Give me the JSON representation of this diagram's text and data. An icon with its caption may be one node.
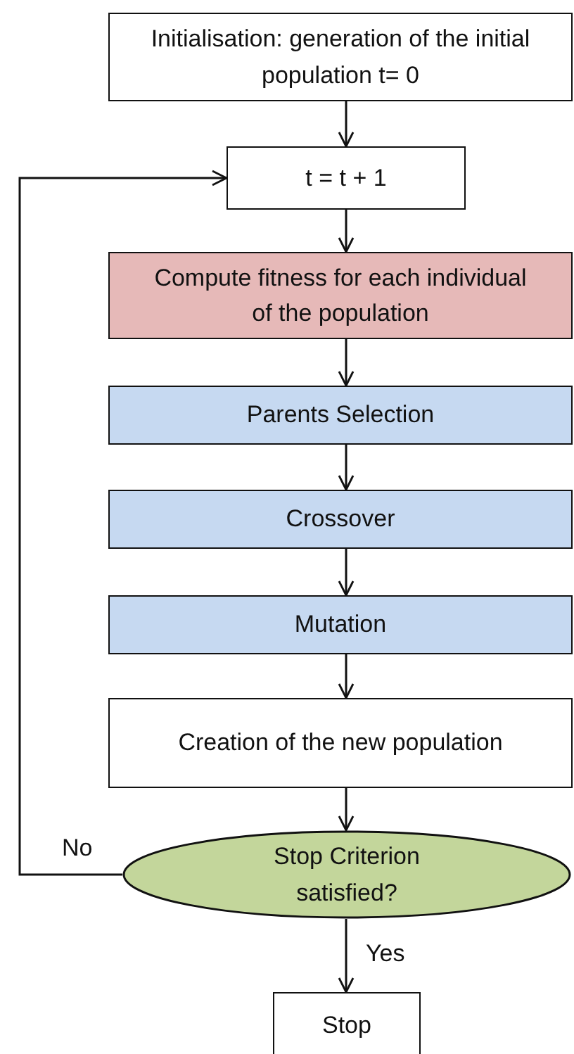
{
  "diagram": {
    "nodes": [
      {
        "text": [
          "Initialisation: generation of the initial population t= 0"
        ]
      },
      {
        "text": [
          "t = t + 1"
        ]
      },
      {
        "text": [
          "Compute fitness for each individual of the population"
        ]
      },
      {
        "text": [
          "Parents Selection"
        ]
      },
      {
        "text": [
          "Crossover"
        ]
      },
      {
        "text": [
          "Mutation"
        ]
      },
      {
        "text": [
          "Creation of the new population"
        ]
      },
      {
        "text": [
          "Stop Criterion satisfied?"
        ]
      },
      {
        "text": [
          "Stop"
        ]
      }
    ],
    "edges": [
      {
        "from": 0,
        "to": 1,
        "arrow": "to"
      },
      {
        "from": 1,
        "to": 2,
        "arrow": "to"
      },
      {
        "from": 2,
        "to": 3,
        "arrow": "to"
      },
      {
        "from": 3,
        "to": 4,
        "arrow": "to"
      },
      {
        "from": 4,
        "to": 5,
        "arrow": "to"
      },
      {
        "from": 5,
        "to": 6,
        "arrow": "to"
      },
      {
        "from": 6,
        "to": 7,
        "arrow": "to"
      },
      {
        "from": 7,
        "to": 1,
        "label": "No",
        "arrow": "to"
      },
      {
        "from": 7,
        "to": 8,
        "label": "Yes",
        "arrow": "to"
      }
    ]
  }
}
